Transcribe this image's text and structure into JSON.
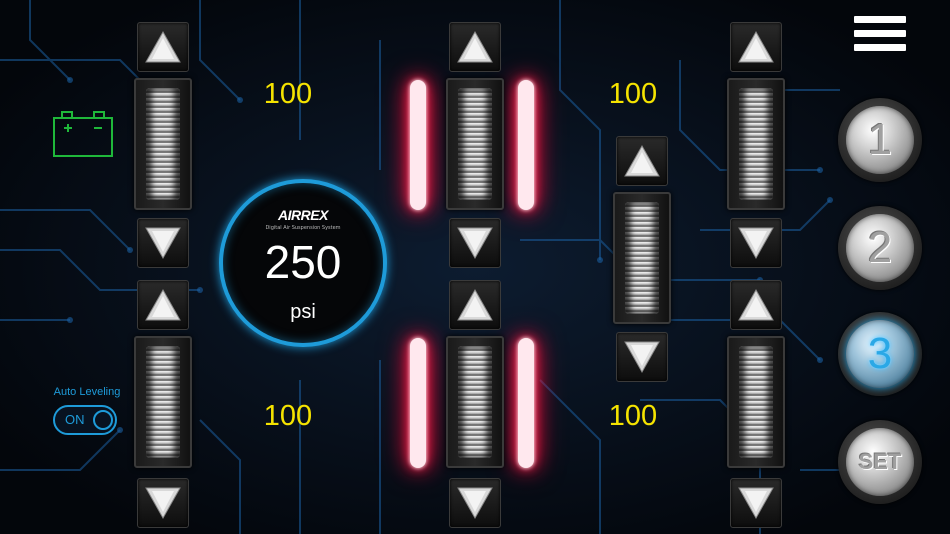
{
  "header": {
    "menu_icon": "hamburger-menu-icon"
  },
  "gauge": {
    "brand": "AIRREX",
    "subtitle": "Digital Air Suspension System",
    "pressure": "250",
    "unit": "psi",
    "color": "#1e9bd9"
  },
  "corners": {
    "front_left": {
      "value": "100"
    },
    "front_right": {
      "value": "100"
    },
    "rear_left": {
      "value": "100"
    },
    "rear_right": {
      "value": "100"
    }
  },
  "presets": [
    {
      "label": "1",
      "active": false
    },
    {
      "label": "2",
      "active": false
    },
    {
      "label": "3",
      "active": true
    },
    {
      "label": "SET",
      "active": false
    }
  ],
  "auto_leveling": {
    "label": "Auto Leveling",
    "state": "ON"
  },
  "status": {
    "battery_icon": "battery-icon",
    "battery_color": "#1fb83a"
  },
  "colors": {
    "value_text": "#f5e300",
    "neon": "#ff1744",
    "accent": "#1e9bd9"
  }
}
